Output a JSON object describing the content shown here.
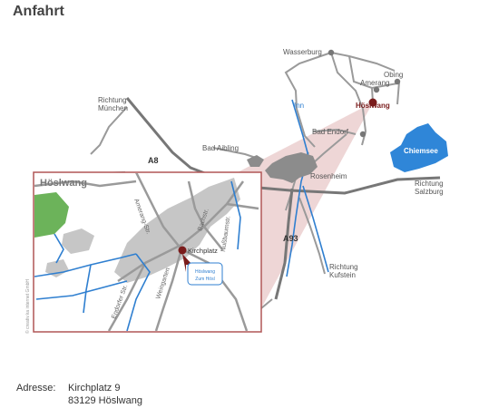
{
  "title": "Anfahrt",
  "colors": {
    "road": "#9a9a9a",
    "road_dark": "#777777",
    "river": "#2f7fd0",
    "lake": "#2f86d8",
    "town": "#8c8c8c",
    "inset_border": "#b05757",
    "beam": "#ecd2d2",
    "marker": "#7a1c1c",
    "green": "#6cb35a",
    "gray_area": "#c6c6c6"
  },
  "map": {
    "places": {
      "wasserburg": "Wasserburg",
      "obing": "Obing",
      "amerang": "Amerang",
      "inn": "Inn",
      "hoeslwang": "Höslwang",
      "bad_endorf": "Bad Endorf",
      "chiemsee": "Chiemsee",
      "bad_aibling": "Bad Aibling",
      "rosenheim": "Rosenheim",
      "a8": "A8",
      "a93": "A93"
    },
    "directions": {
      "muenchen": [
        "Richtung",
        "München"
      ],
      "salzburg": [
        "Richtung",
        "Salzburg"
      ],
      "kufstein": [
        "Richtung",
        "Kufstein"
      ]
    },
    "inset": {
      "title": "Höslwang",
      "streets": {
        "amerang_str": "Amerang-Str.",
        "bachstrasse": "Bachstr.",
        "nussbaumstr": "Nußbaumstr.",
        "kirchplatz": "Kirchplatz",
        "weingarten": "Weingarten",
        "endorfer_str": "Endorfer Str."
      },
      "sign": [
        "Höslwang",
        "Zum Hösl"
      ]
    },
    "credit": "© creativ.ka internet GmbH"
  },
  "address": {
    "label": "Adresse:",
    "line1": "Kirchplatz 9",
    "line2": "83129 Höslwang"
  }
}
